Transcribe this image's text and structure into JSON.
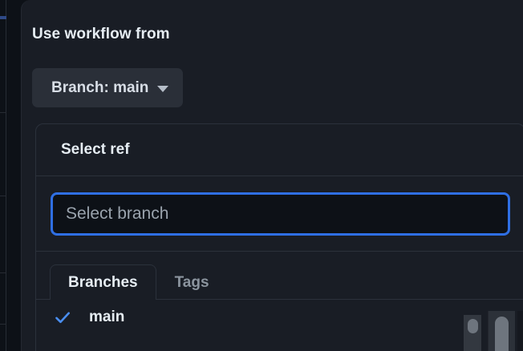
{
  "dialog": {
    "title": "Use workflow from",
    "branch_button": {
      "label": "Branch: main",
      "caret_icon": "chevron-down-icon"
    }
  },
  "ref_panel": {
    "header_title": "Select ref",
    "search": {
      "value": "",
      "placeholder": "Select branch"
    },
    "tabs": [
      {
        "label": "Branches",
        "active": true
      },
      {
        "label": "Tags",
        "active": false
      }
    ],
    "items": [
      {
        "label": "main",
        "selected": true,
        "check_icon": "check-icon"
      }
    ]
  },
  "colors": {
    "dialog_background": "#191d25",
    "page_background": "#0d1117",
    "input_background": "#0d1117",
    "focus_border": "#2f6fe4",
    "button_background": "#2a2f38",
    "border": "#2b313b",
    "text_primary": "#e6edf3",
    "text_muted": "#8b949e",
    "accent_check": "#4a8ef0",
    "scrollbar_thumb": "#6e757e"
  },
  "scrollbars": {
    "inner_list_scrollbar": "vertical",
    "page_scrollbar": "vertical"
  }
}
